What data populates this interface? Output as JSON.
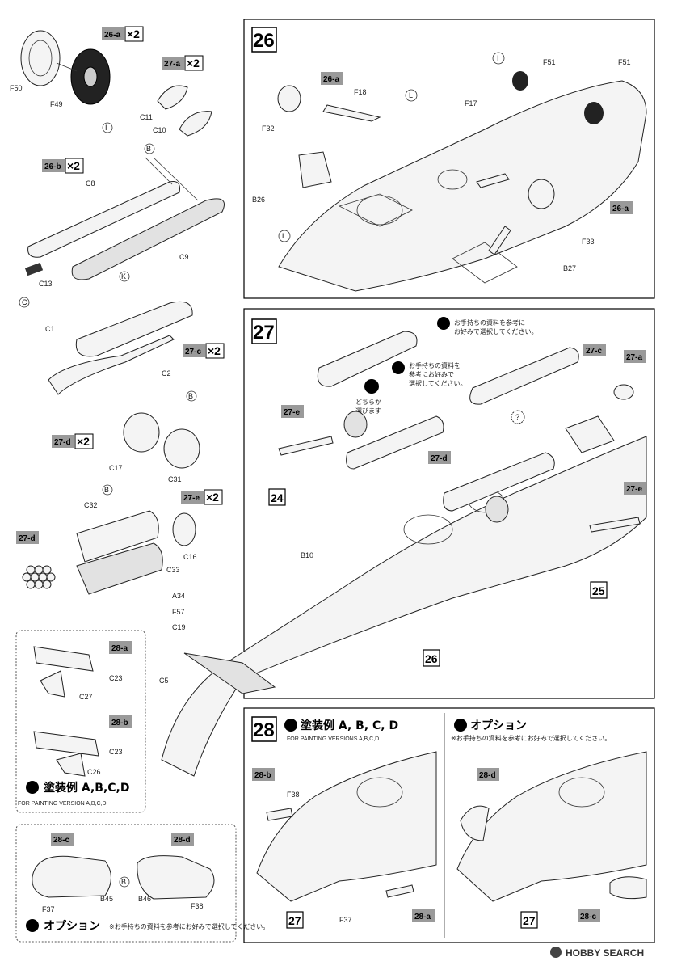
{
  "steps": [
    {
      "number": "26"
    },
    {
      "number": "27"
    },
    {
      "number": "28"
    }
  ],
  "sub_tags": {
    "t26a": "26-a",
    "t27a": "27-a",
    "t26b": "26-b",
    "t27c": "27-c",
    "t27d": "27-d",
    "t27e": "27-e",
    "t28a": "28-a",
    "t28b": "28-b",
    "t28c": "28-c",
    "t28d": "28-d",
    "qty": "×2"
  },
  "circle_refs": {
    "I": "I",
    "B": "B",
    "C": "C",
    "K": "K",
    "L": "L"
  },
  "parts_left": {
    "F50": "F50",
    "F49": "F49",
    "C11": "C11",
    "C10": "C10",
    "C8": "C8",
    "C9": "C9",
    "C13": "C13",
    "C1": "C1",
    "C2": "C2",
    "C17": "C17",
    "C31": "C31",
    "C32": "C32",
    "C16": "C16",
    "C33": "C33",
    "C23": "C23",
    "C27": "C27",
    "C26": "C26",
    "F37": "F37",
    "B45": "B45",
    "B46": "B46",
    "F38": "F38"
  },
  "parts_26": {
    "F18": "F18",
    "F32": "F32",
    "B26": "B26",
    "F17": "F17",
    "F51": "F51",
    "F33": "F33",
    "B27": "B27"
  },
  "parts_27": {
    "B10": "B10",
    "A34": "A34",
    "F57": "F57",
    "C19": "C19",
    "C5": "C5"
  },
  "box_refs": {
    "b24": "24",
    "b25": "25",
    "b26": "26",
    "b27": "27"
  },
  "notes": {
    "choose_jp_1": "お手持ちの資料を参考に",
    "choose_jp_2": "お好みで選択してください。",
    "choose_jp_3": "お手持ちの資料を",
    "choose_jp_4": "参考にお好みで",
    "choose_jp_5": "選択してください。",
    "either_jp_1": "どちらか",
    "either_jp_2": "選びます",
    "question": "?"
  },
  "painting": {
    "left_heading_jp": "塗装例 A,B,C,D",
    "left_heading_en": "FOR PAINTING VERSION A,B,C,D",
    "step28_heading_jp": "塗装例 A, B, C, D",
    "step28_heading_en": "FOR PAINTING VERSIONS A,B,C,D"
  },
  "option": {
    "heading_jp": "オプション",
    "note_jp": "※お手持ちの資料を参考にお好みで選択してください。"
  },
  "watermark": "HOBBY SEARCH",
  "colors": {
    "tag_bg": "#9a9a9a",
    "line": "#333333"
  }
}
